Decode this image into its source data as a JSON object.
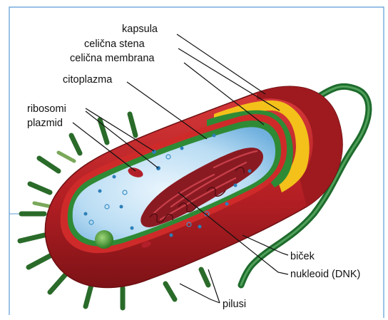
{
  "labels": {
    "kapsula": "kapsula",
    "celicna_stena": "celična stena",
    "celicna_membrana": "celična membrana",
    "citoplazma": "citoplazma",
    "ribosomi": "ribosomi",
    "plazmid": "plazmid",
    "bicek": "biček",
    "nukleoid": "nukleoid (DNK)",
    "pilusi": "pilusi"
  },
  "colors": {
    "frame": "#5b9bd5",
    "capsule": "#c3252b",
    "capsule_dark": "#8e1518",
    "wall": "#f3c11a",
    "membrane": "#2f8a35",
    "cytoplasm": "#c8e3f5",
    "nucleoid": "#8a1a22",
    "flagellum": "#1e6b2c",
    "pili": "#2a6b2a"
  }
}
